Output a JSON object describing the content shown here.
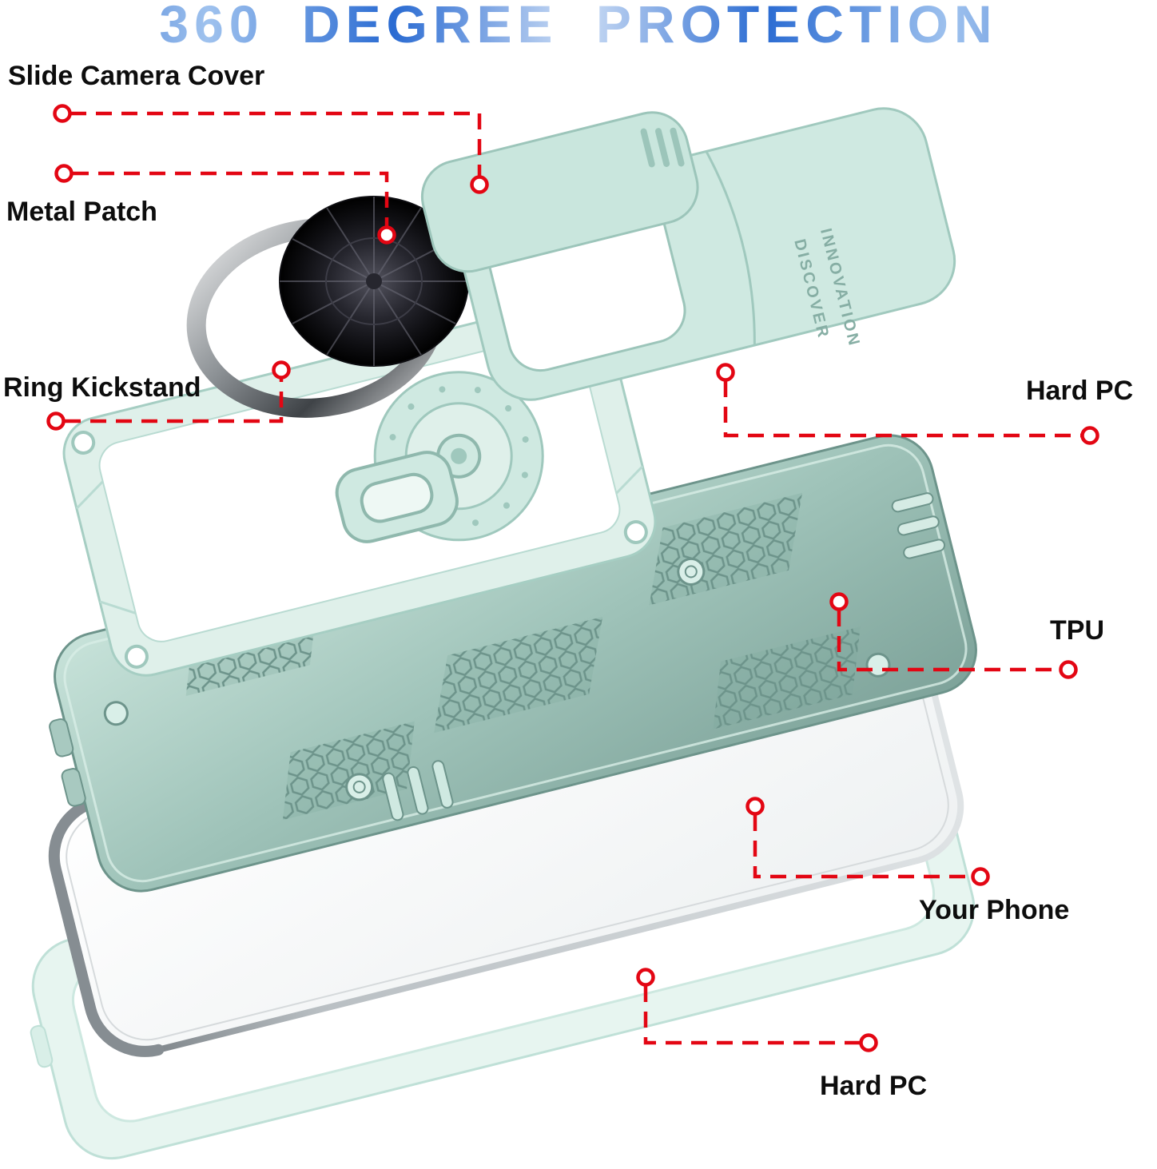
{
  "title": "360 DEGREE PROTECTION",
  "labels": {
    "slide_camera_cover": "Slide Camera Cover",
    "metal_patch": "Metal Patch",
    "ring_kickstand": "Ring Kickstand",
    "hard_pc_top": "Hard PC",
    "tpu": "TPU",
    "your_phone": "Your Phone",
    "hard_pc_bottom": "Hard PC"
  },
  "case_text": {
    "line1": "DISCOVER",
    "line2": "INNOVATION"
  },
  "colors": {
    "callout_red": "#e30613",
    "title_blue_dark": "#1e5fc9",
    "title_blue_light": "#cfdff5",
    "case_mint": "#cfe9e1",
    "case_mint_light": "#e7f5f0",
    "case_teal": "#7fa59c",
    "ring_black": "#17171c",
    "phone_silver": "#9aa1a5"
  }
}
